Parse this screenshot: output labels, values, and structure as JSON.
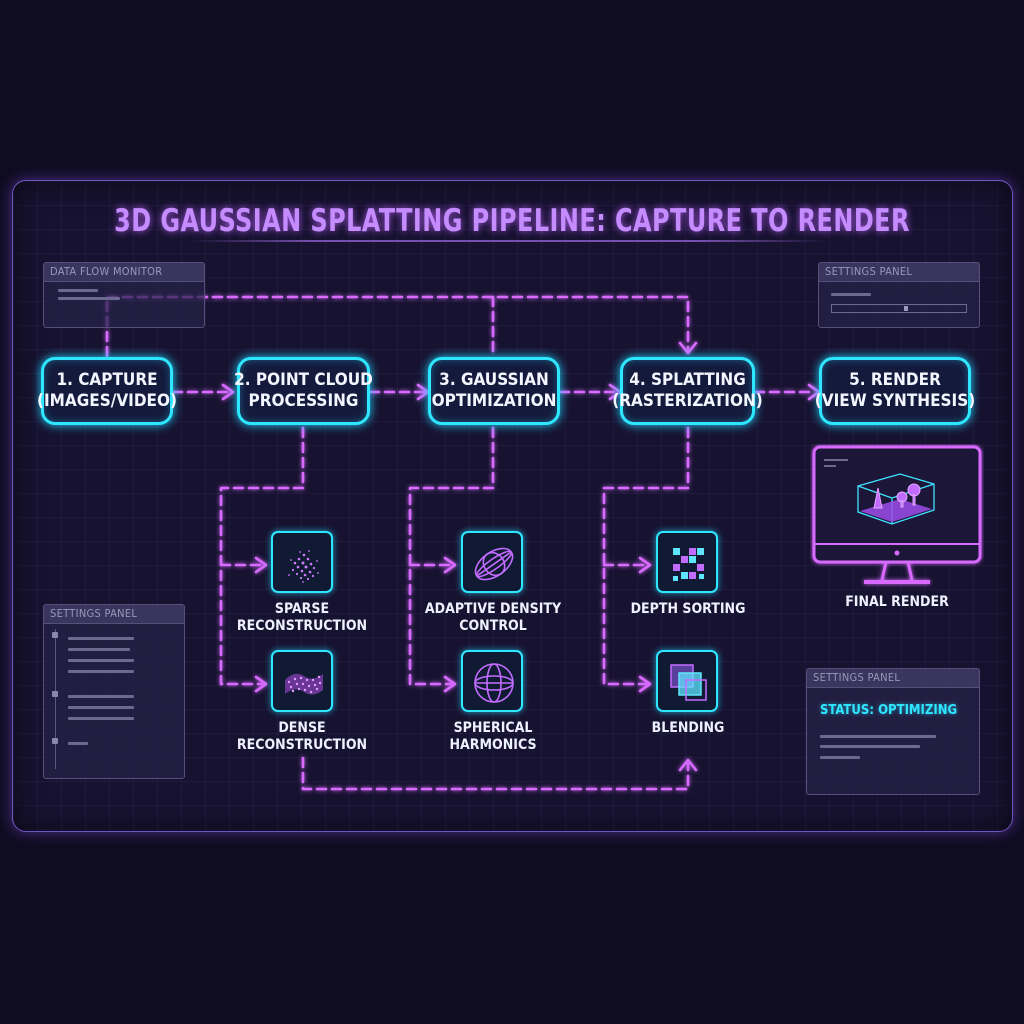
{
  "title": "3D GAUSSIAN SPLATTING PIPELINE: CAPTURE TO RENDER",
  "stages": [
    {
      "line1": "1. CAPTURE",
      "line2": "(IMAGES/VIDEO)"
    },
    {
      "line1": "2. POINT CLOUD",
      "line2": "PROCESSING"
    },
    {
      "line1": "3. GAUSSIAN",
      "line2": "OPTIMIZATION"
    },
    {
      "line1": "4. SPLATTING",
      "line2": "(RASTERIZATION)"
    },
    {
      "line1": "5. RENDER",
      "line2": "(VIEW SYNTHESIS)"
    }
  ],
  "substeps": {
    "sparse": {
      "line1": "SPARSE",
      "line2": "RECONSTRUCTION",
      "icon": "point-cloud-icon"
    },
    "dense": {
      "line1": "DENSE",
      "line2": "RECONSTRUCTION",
      "icon": "dense-mesh-icon"
    },
    "adaptive": {
      "line1": "ADAPTIVE DENSITY",
      "line2": "CONTROL",
      "icon": "ellipsoid-icon"
    },
    "spherical": {
      "line1": "SPHERICAL",
      "line2": "HARMONICS",
      "icon": "sphere-icon"
    },
    "depth": {
      "line1": "DEPTH SORTING",
      "icon": "grid-sorting-icon"
    },
    "blending": {
      "line1": "BLENDING",
      "icon": "overlapping-squares-icon"
    }
  },
  "final_render": {
    "label": "FINAL RENDER",
    "icon": "monitor-icon"
  },
  "panels": {
    "data_flow": "DATA FLOW MONITOR",
    "settings_top": "SETTINGS PANEL",
    "settings_left": "SETTINGS PANEL",
    "settings_bottom": "SETTINGS PANEL",
    "status": "STATUS: OPTIMIZING"
  },
  "colors": {
    "background": "#0f0c22",
    "node_border": "#2fe6ff",
    "connector": "#d86bff",
    "title": "#c58cff"
  }
}
